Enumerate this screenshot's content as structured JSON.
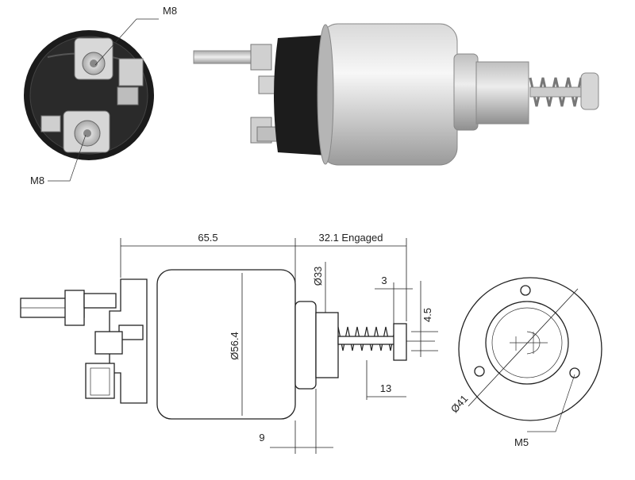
{
  "photo_labels": {
    "top_terminal": "M8",
    "bottom_terminal": "M8"
  },
  "dimensions": {
    "body_length": "65.5",
    "engaged_travel": "32.1 Engaged",
    "body_diameter": "Ø56.4",
    "plunger_diameter": "Ø33",
    "offset_3": "3",
    "offset_4_5": "4.5",
    "length_13": "13",
    "length_9": "9",
    "flange_pitch": "Ø41",
    "mount_thread": "M5"
  },
  "colors": {
    "line": "#222222",
    "cap_black": "#1c1c1c",
    "metal_light": "#e4e4e4",
    "metal_mid": "#bdbdbd",
    "metal_dark": "#8c8c8c"
  }
}
